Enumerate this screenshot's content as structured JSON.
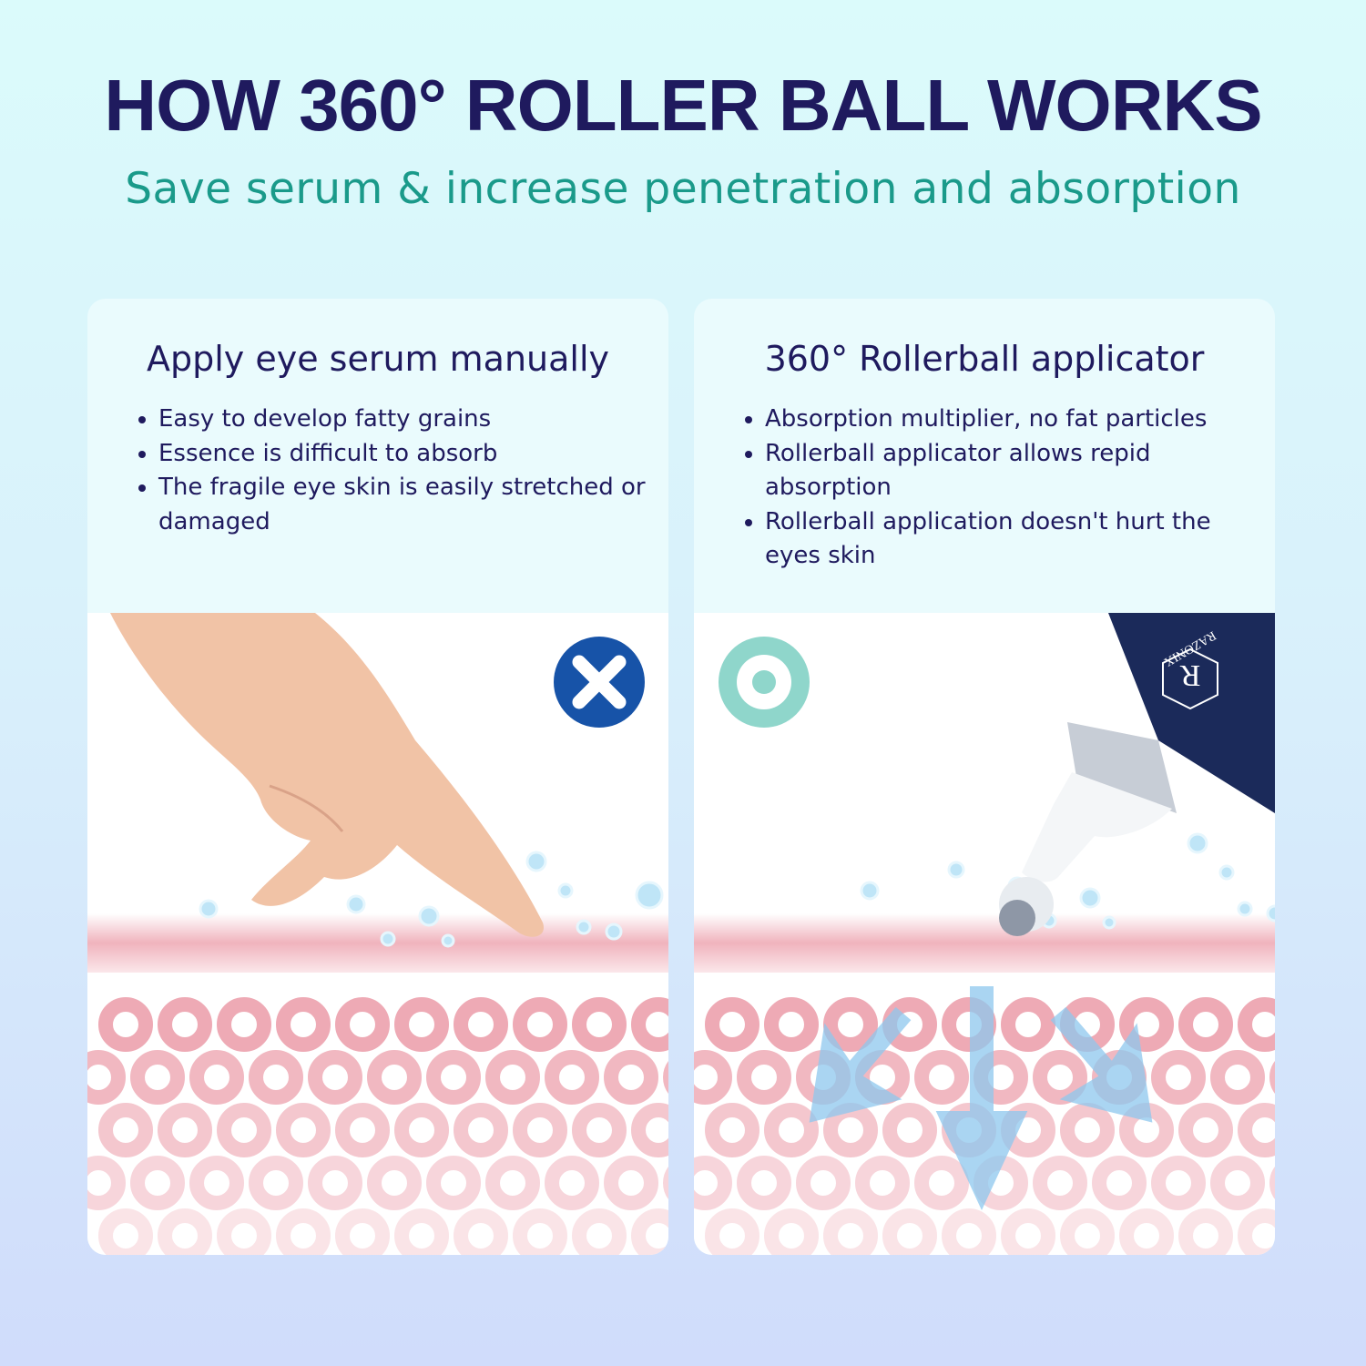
{
  "header": {
    "title": "HOW 360° ROLLER BALL WORKS",
    "subtitle": "Save serum & increase penetration and absorption"
  },
  "colors": {
    "title": "#1f1a5e",
    "subtitle": "#1a9a8a",
    "skin": "#f2b9c2",
    "bottle": "#1b2a5a"
  },
  "panels": [
    {
      "heading": "Apply eye serum manually",
      "bullets": [
        "Easy to develop fatty grains",
        "Essence is difficult to absorb",
        "The fragile eye skin is easily stretched or damaged"
      ],
      "status_icon": "x-circle-icon"
    },
    {
      "heading": "360° Rollerball applicator",
      "bullets": [
        "Absorption multiplier, no fat particles",
        "Rollerball applicator allows repid absorption",
        "Rollerball application doesn't hurt the eyes skin"
      ],
      "status_icon": "check-circle-icon",
      "brand": "RAZONIX"
    }
  ]
}
